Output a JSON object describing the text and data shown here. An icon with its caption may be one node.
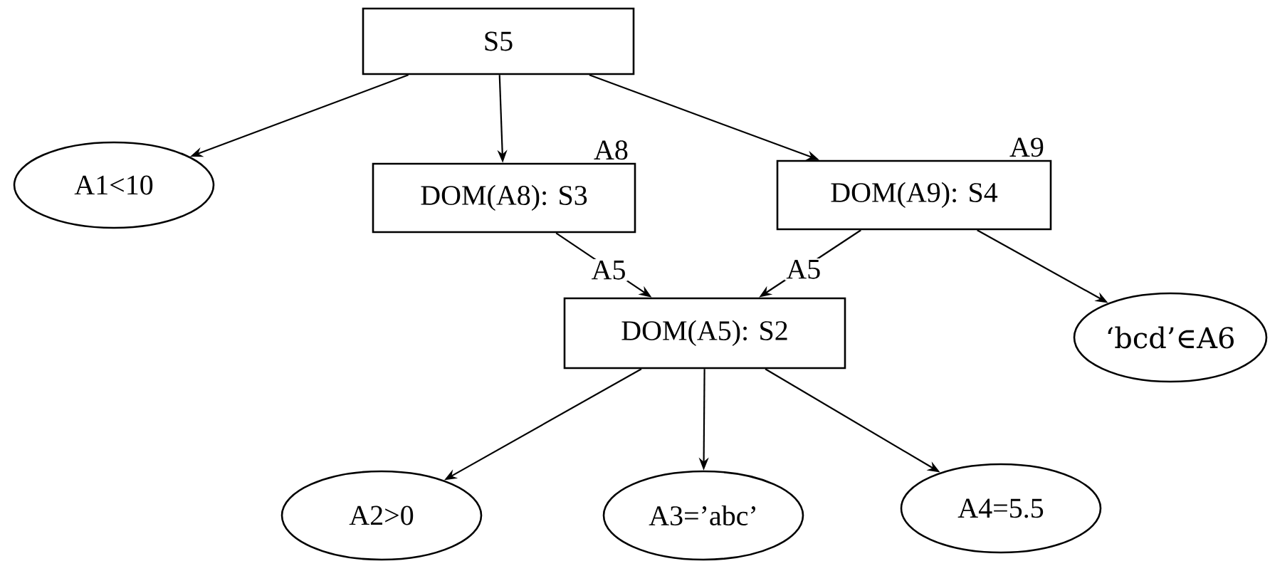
{
  "diagram": {
    "nodes": [
      {
        "text": [
          "S5"
        ]
      },
      {
        "text": [
          "A1<10"
        ]
      },
      {
        "text": [
          "DOM(A8): S3"
        ],
        "beside": [
          "A8"
        ]
      },
      {
        "text": [
          "DOM(A9): S4"
        ],
        "beside": [
          "A9"
        ]
      },
      {
        "text": [
          "DOM(A5): S2"
        ]
      },
      {
        "text": [
          "‘bcd’∈A6"
        ]
      },
      {
        "text": [
          "A2>0"
        ]
      },
      {
        "text": [
          "A3=’abc’"
        ]
      },
      {
        "text": [
          "A4=5.5"
        ]
      }
    ],
    "edges": [
      {
        "from": 0,
        "to": 1,
        "arrow": "to"
      },
      {
        "from": 0,
        "to": 2,
        "arrow": "to"
      },
      {
        "from": 0,
        "to": 3,
        "arrow": "to"
      },
      {
        "from": 2,
        "to": 4,
        "arrow": "to",
        "label": "A5"
      },
      {
        "from": 3,
        "to": 4,
        "arrow": "to",
        "label": "A5"
      },
      {
        "from": 3,
        "to": 5,
        "arrow": "to"
      },
      {
        "from": 4,
        "to": 6,
        "arrow": "to"
      },
      {
        "from": 4,
        "to": 7,
        "arrow": "to"
      },
      {
        "from": 4,
        "to": 8,
        "arrow": "to"
      }
    ]
  }
}
